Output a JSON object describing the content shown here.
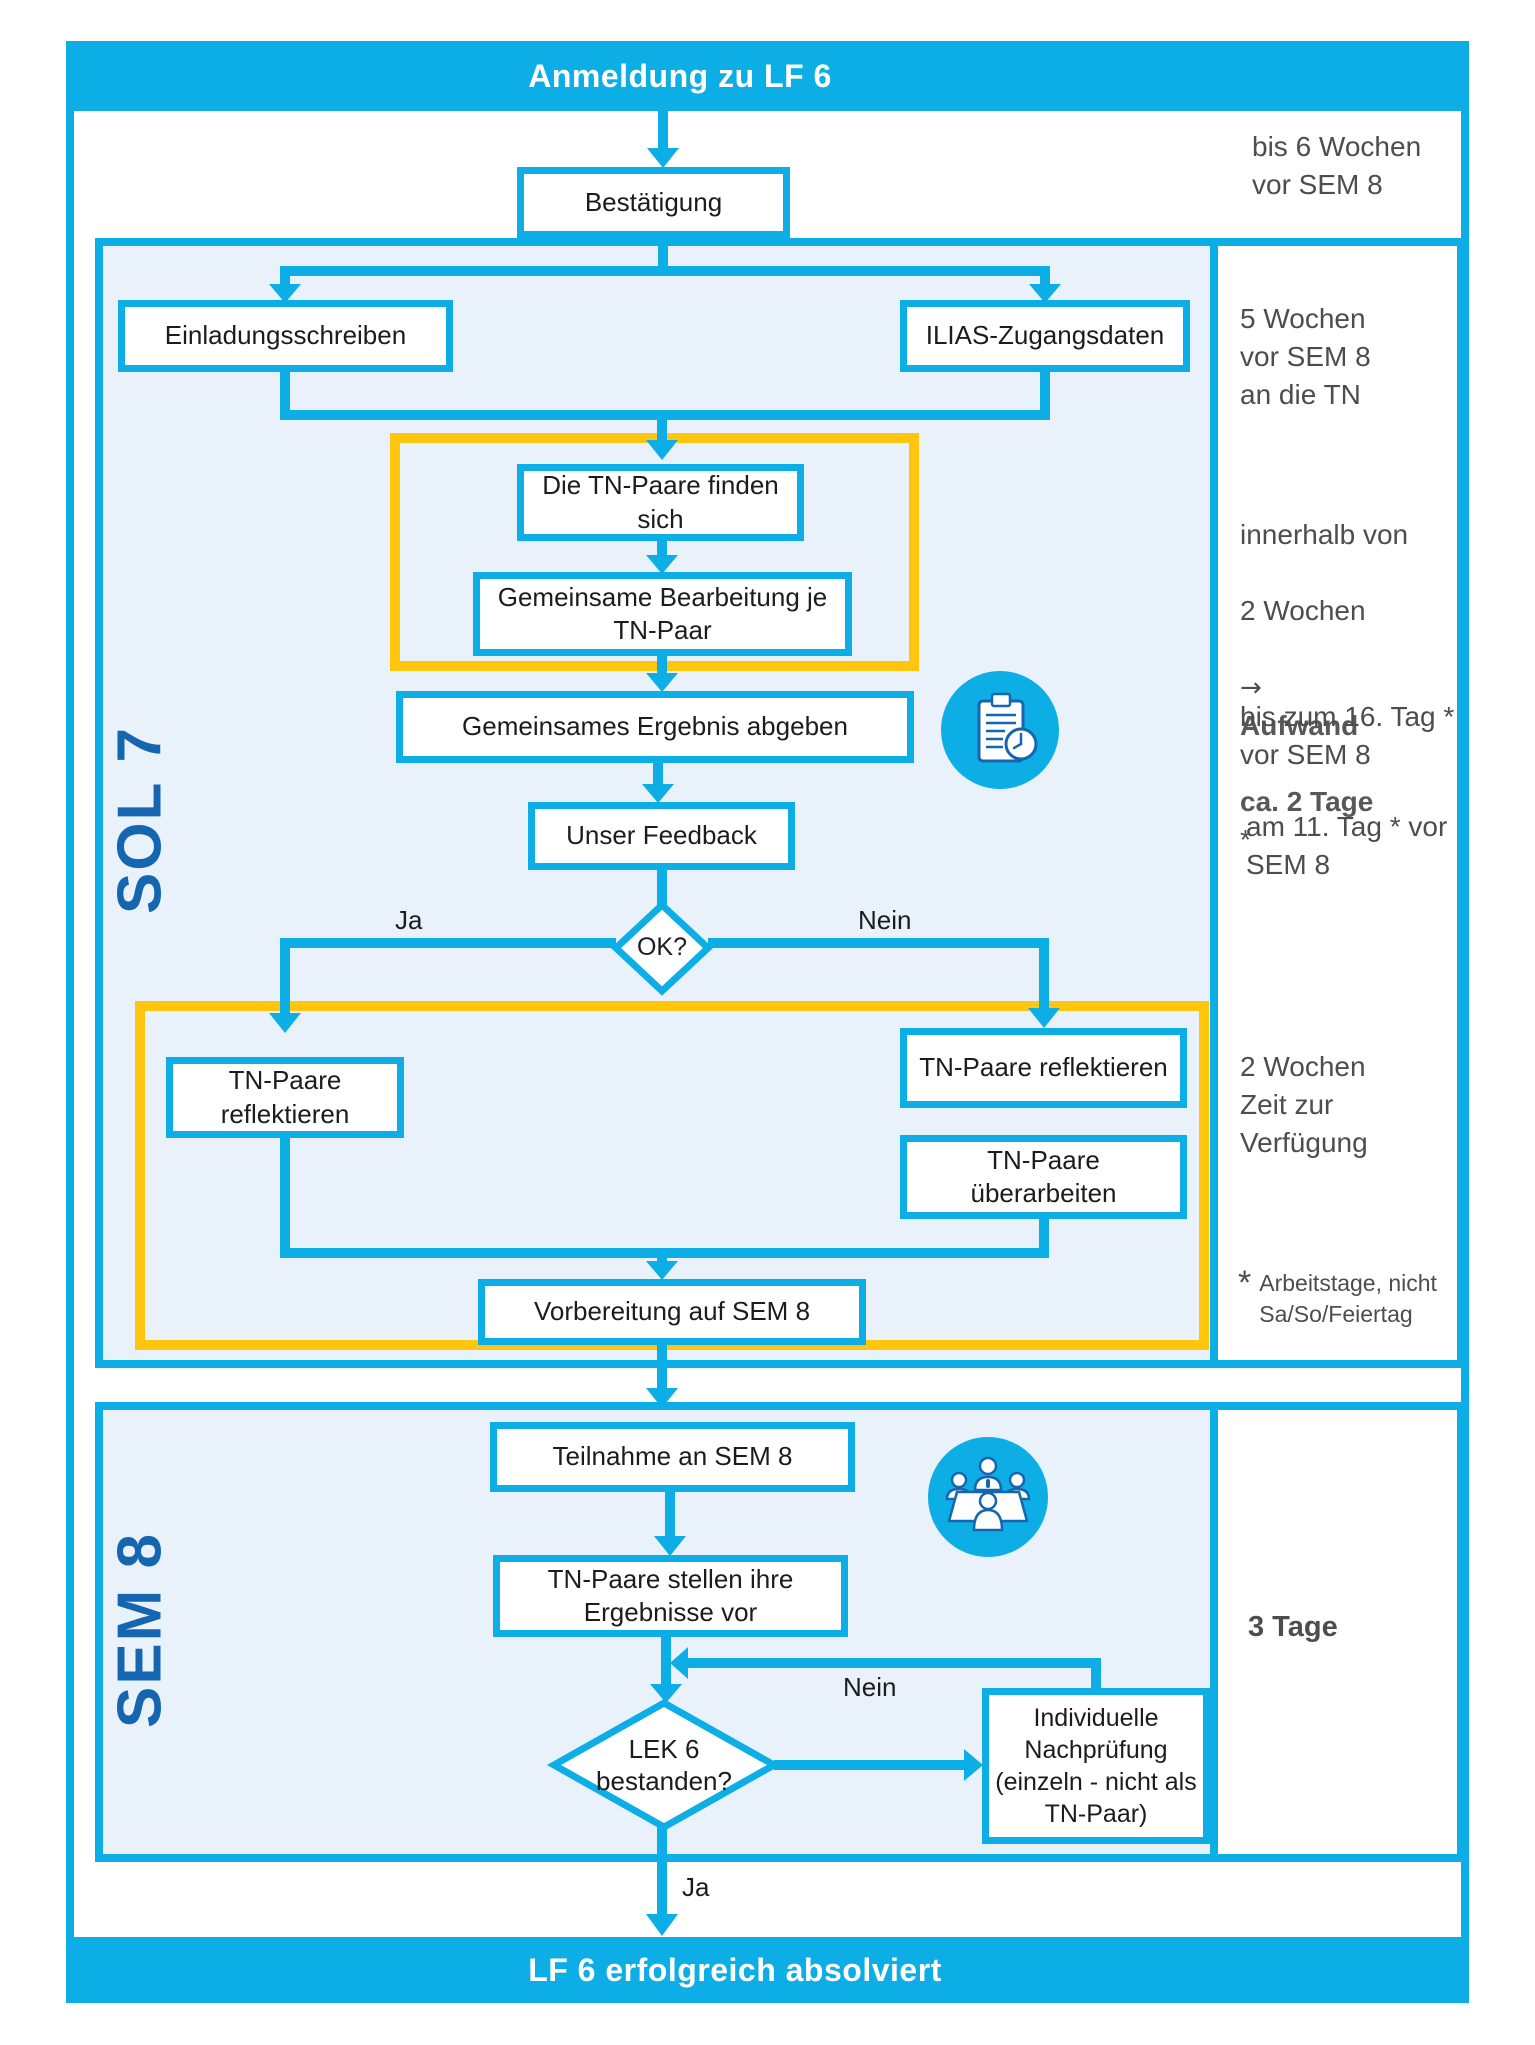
{
  "colors": {
    "cyan": "#0daee6",
    "dark_blue": "#1566b0",
    "yellow": "#ffc60d",
    "light_blue": "#e9f2fb",
    "text_dark": "#1c1c1e",
    "text_gray": "#4d4d4f"
  },
  "header": {
    "title": "Anmeldung zu LF 6"
  },
  "footer": {
    "title": "LF 6 erfolgreich absolviert"
  },
  "top": {
    "bestaetigung": "Bestätigung",
    "note": "bis 6 Wochen\nvor SEM 8"
  },
  "sol7": {
    "label": "SOL 7",
    "einladung": "Einladungsschreiben",
    "ilias": "ILIAS-Zugangsdaten",
    "tn_finden": "Die TN-Paare finden\nsich",
    "bearbeitung": "Gemeinsame Bearbeitung je\nTN-Paar",
    "ergebnis": "Gemeinsames Ergebnis abgeben",
    "feedback": "Unser Feedback",
    "ok": "OK?",
    "ja": "Ja",
    "nein": "Nein",
    "refl_links": "TN-Paare\nreflektieren",
    "refl_rechts": "TN-Paare reflektieren",
    "ueberarbeiten": "TN-Paare\nüberarbeiten",
    "vorbereitung": "Vorbereitung auf SEM 8",
    "notes": {
      "n1": "5 Wochen\nvor SEM 8\nan die TN",
      "n2_line1": "innerhalb von",
      "n2_line2": "2 Wochen",
      "n2_arrow": "→",
      "n2_bold1": "Aufwand",
      "n2_bold2": "ca. 2 Tage",
      "n2_star": "*",
      "n3": "bis zum 16. Tag *\nvor SEM 8",
      "n4": "am 11. Tag * vor\nSEM 8",
      "n5": "2 Wochen\nZeit zur\nVerfügung",
      "fn_star": "*",
      "fn_text": "Arbeitstage, nicht\nSa/So/Feiertag"
    }
  },
  "sem8": {
    "label": "SEM 8",
    "teilnahme": "Teilnahme an SEM 8",
    "ergebnisse": "TN-Paare stellen ihre\nErgebnisse vor",
    "lek": "LEK 6\nbestanden?",
    "nein": "Nein",
    "ja": "Ja",
    "nachpruefung": "Individuelle\nNachprüfung\n(einzeln - nicht als\nTN-Paar)",
    "note": "3 Tage"
  }
}
